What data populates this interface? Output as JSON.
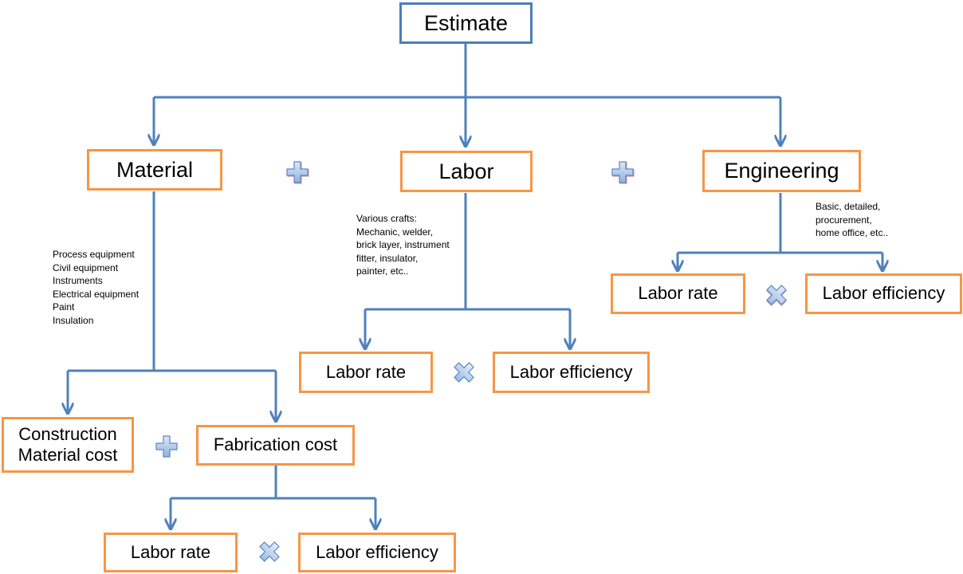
{
  "colors": {
    "box_border": "#F79646",
    "top_box_border": "#4A7EBB",
    "connector": "#4F81BD"
  },
  "nodes": {
    "estimate": "Estimate",
    "material": "Material",
    "labor": "Labor",
    "engineering": "Engineering",
    "construction_material_cost": [
      "Construction",
      "Material cost"
    ],
    "fabrication_cost": "Fabrication cost",
    "labor_rate": "Labor rate",
    "labor_efficiency": "Labor efficiency"
  },
  "notes": {
    "material_items": [
      "Process equipment",
      "Civil equipment",
      "Instruments",
      "Electrical equipment",
      "Paint",
      "Insulation"
    ],
    "labor_crafts": [
      "Various crafts:",
      "Mechanic, welder,",
      "brick layer, instrument",
      "fitter, insulator,",
      "painter, etc.."
    ],
    "engineering_types": [
      "Basic, detailed,",
      "procurement,",
      "home office, etc.."
    ]
  },
  "operators": {
    "between_main_categories": "plus-icon",
    "between_rate_and_efficiency": "multiply-icon",
    "between_material_costs": "plus-icon"
  }
}
